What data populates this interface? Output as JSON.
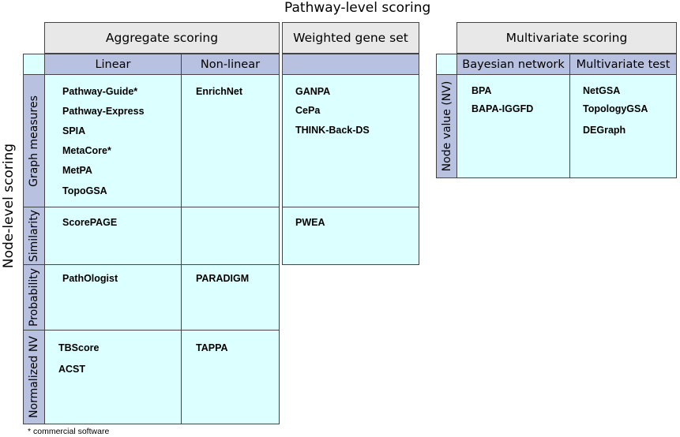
{
  "titles": {
    "pathway_level": "Pathway-level scoring",
    "node_level": "Node-level scoring"
  },
  "groups": {
    "aggregate": "Aggregate scoring",
    "weighted": "Weighted gene set",
    "multivariate": "Multivariate scoring"
  },
  "columns": {
    "linear": "Linear",
    "nonlinear": "Non-linear",
    "bayesian": "Bayesian network",
    "multitest": "Multivariate test"
  },
  "rows": {
    "graph": "Graph measures",
    "similarity": "Similarity",
    "probability": "Probability",
    "normalized": "Normalized NV",
    "node_value": "Node value (NV)"
  },
  "cells": {
    "graph_linear": [
      "Pathway-Guide*",
      "Pathway-Express",
      "SPIA",
      "MetaCore*",
      "MetPA",
      "TopoGSA"
    ],
    "graph_nonlinear": [
      "EnrichNet"
    ],
    "graph_weighted": [
      "GANPA",
      "CePa",
      "THINK-Back-DS"
    ],
    "similarity_linear": [
      "ScorePAGE"
    ],
    "similarity_weighted": [
      "PWEA"
    ],
    "probability_linear": [
      "PathOlogist"
    ],
    "probability_nonlinear": [
      "PARADIGM"
    ],
    "normalized_linear": [
      "TBScore",
      "ACST"
    ],
    "normalized_nonlinear": [
      "TAPPA"
    ],
    "nv_bayesian": [
      "BPA",
      "BAPA-IGGFD"
    ],
    "nv_multitest": [
      "NetGSA",
      "TopologyGSA",
      "DEGraph"
    ]
  },
  "footnote": "* commercial software"
}
